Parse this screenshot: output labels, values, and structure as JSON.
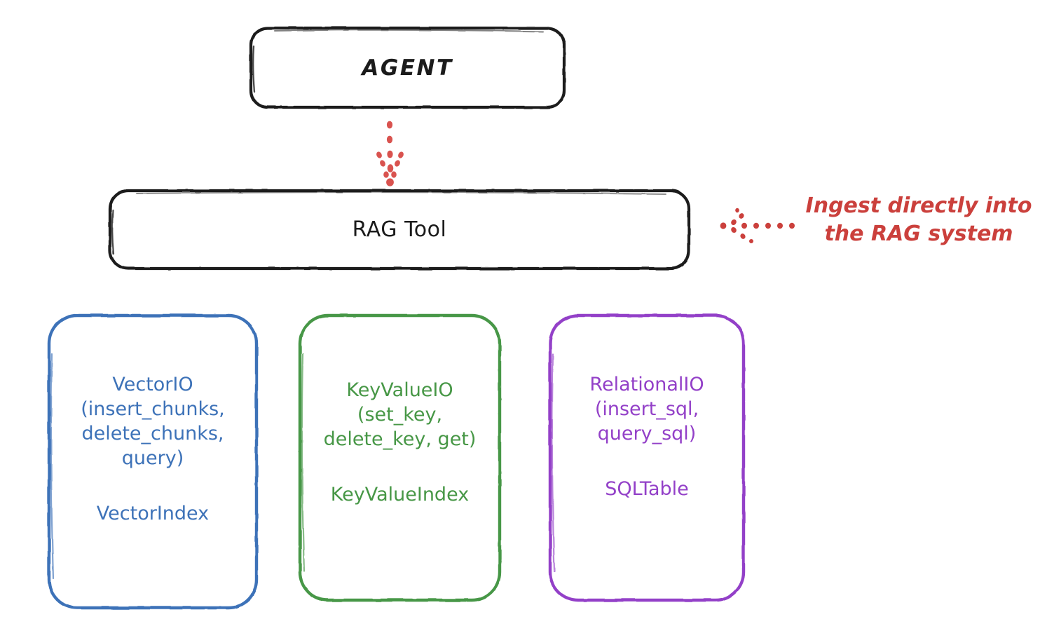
{
  "diagram": {
    "title": "RAG Tool storage abstraction diagram",
    "nodes": {
      "agent": {
        "label": "AGENT"
      },
      "rag_tool": {
        "label": "RAG Tool"
      },
      "vector_io": {
        "api": "VectorIO\n(insert_chunks,\ndelete_chunks,\nquery)",
        "index": "VectorIndex",
        "color": "#3d72b8"
      },
      "key_value_io": {
        "api": "KeyValueIO\n(set_key,\ndelete_key, get)",
        "index": "KeyValueIndex",
        "color": "#479746"
      },
      "relational_io": {
        "api": "RelationalIO\n(insert_sql,\nquery_sql)",
        "index": "SQLTable",
        "color": "#9340c8"
      }
    },
    "annotations": {
      "ingest": {
        "text": "Ingest directly into\nthe RAG system",
        "color": "#cb403c"
      }
    },
    "connectors": {
      "agent_to_rag_tool": "dotted-arrow-down",
      "ingest_to_rag_tool": "dotted-arrow-left"
    },
    "colors": {
      "stroke_black": "#1b1b1b",
      "blue": "#3d72b8",
      "green": "#479746",
      "purple": "#9340c8",
      "red": "#cb403c",
      "background": "#ffffff"
    }
  }
}
